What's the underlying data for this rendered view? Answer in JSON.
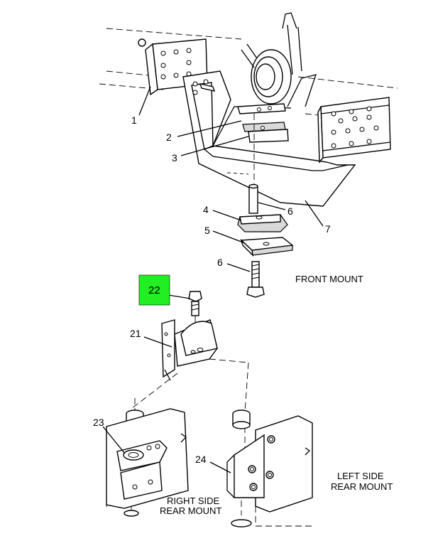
{
  "callouts": {
    "c1": "1",
    "c2": "2",
    "c3": "3",
    "c4": "4",
    "c5": "5",
    "c6a": "6",
    "c6b": "6",
    "c7": "7",
    "c21": "21",
    "c22": "22",
    "c23": "23",
    "c24": "24"
  },
  "captions": {
    "front_mount": "FRONT MOUNT",
    "right_rear_line1": "RIGHT SIDE",
    "right_rear_line2": "REAR MOUNT",
    "left_rear_line1": "LEFT SIDE",
    "left_rear_line2": "REAR MOUNT"
  },
  "highlight": {
    "item": "22",
    "color": "#22ee22"
  }
}
